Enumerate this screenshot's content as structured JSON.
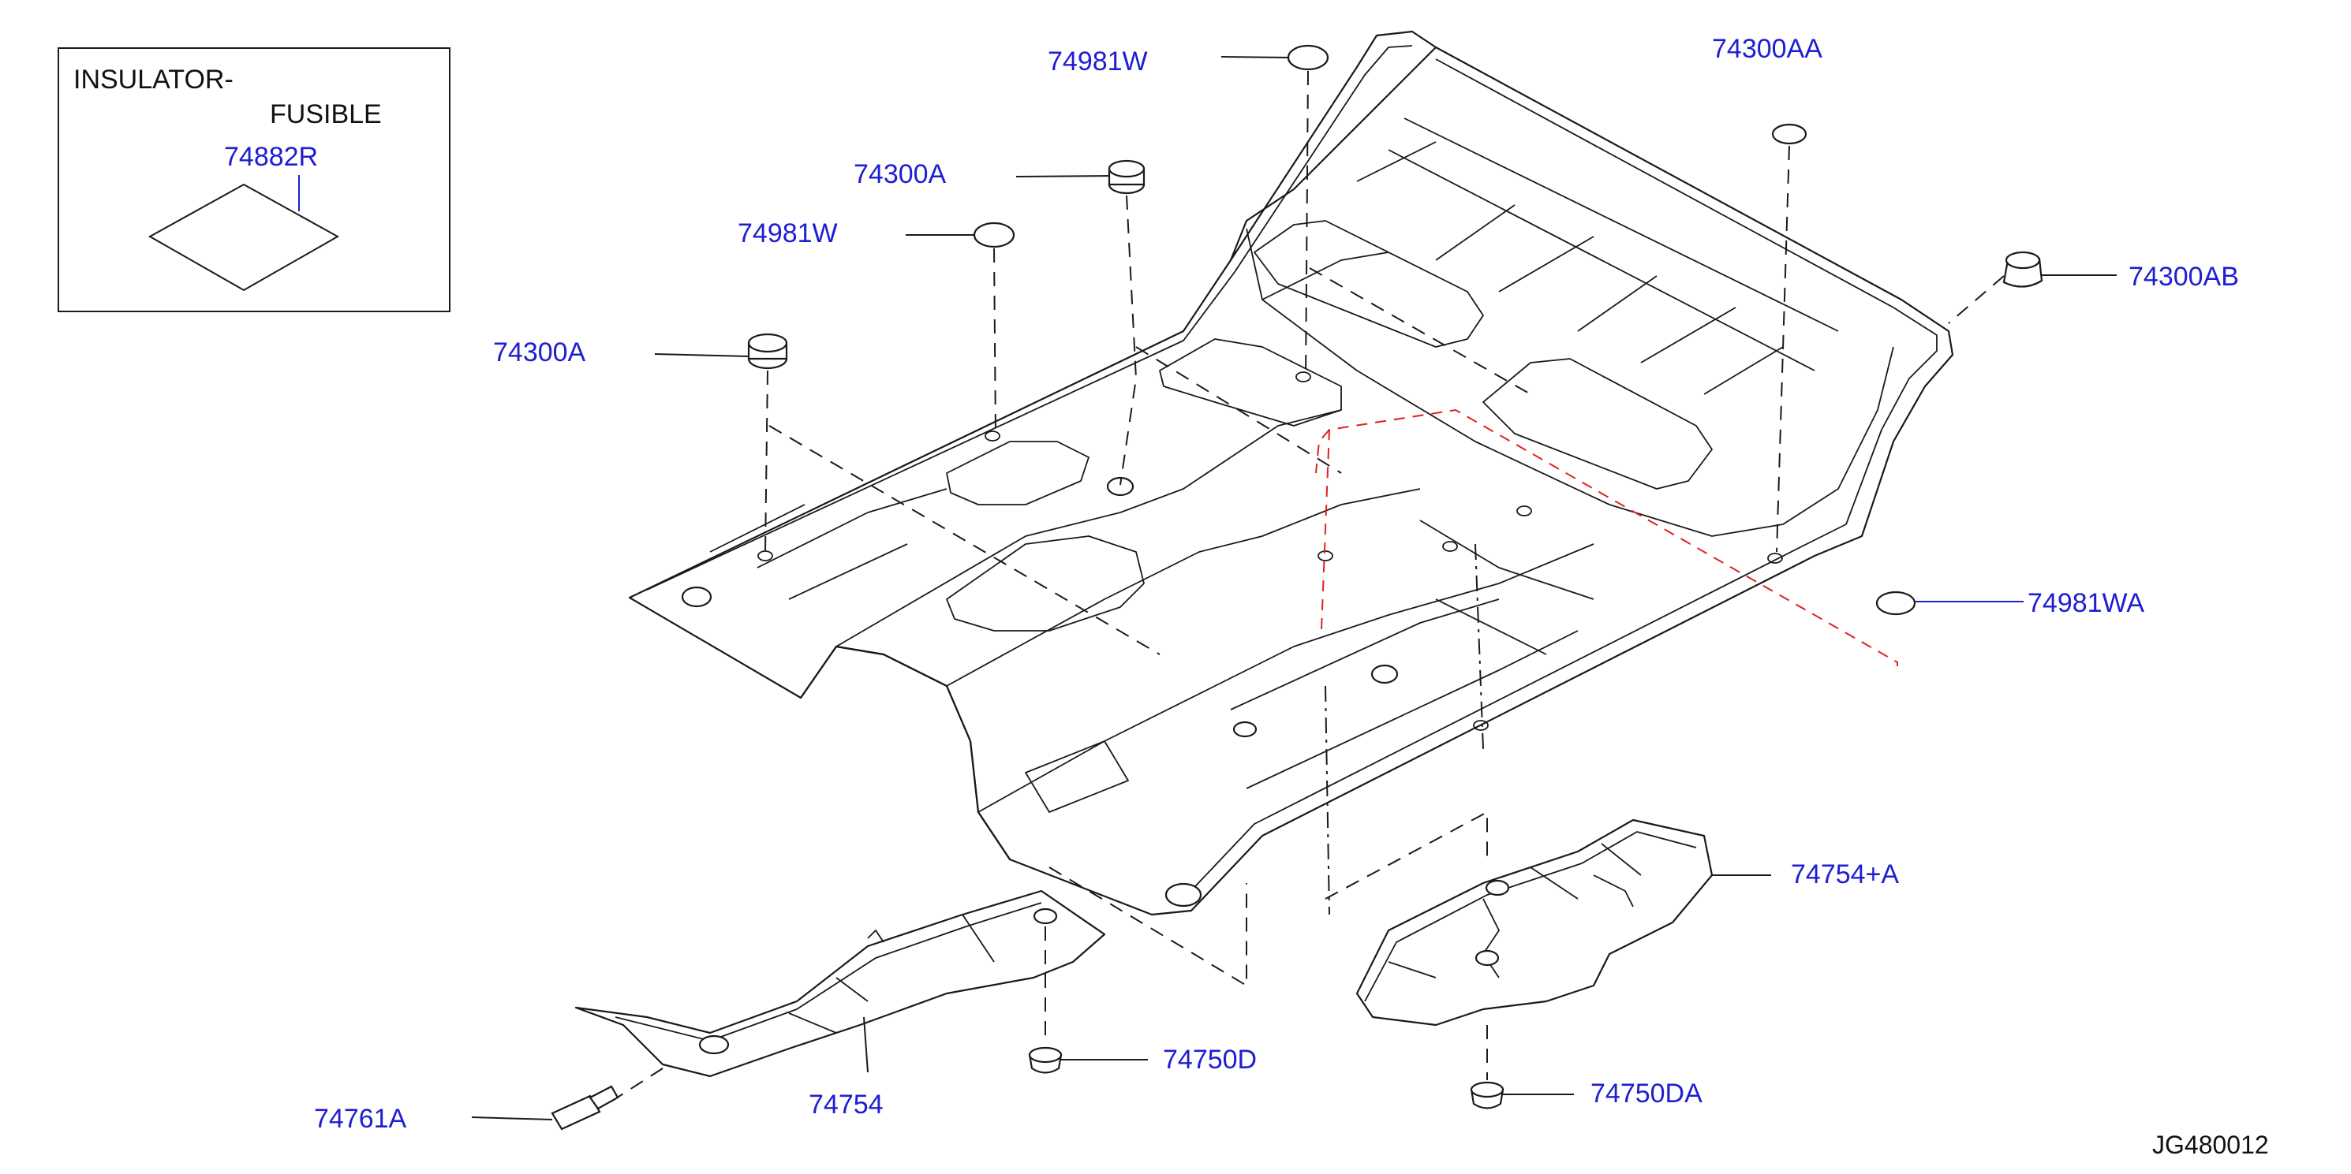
{
  "diagram": {
    "inset": {
      "title_line1": "INSULATOR-",
      "title_line2": "FUSIBLE",
      "part": "74882R"
    },
    "labels": {
      "p_74981W_top": "74981W",
      "p_74300A_upper": "74300A",
      "p_74981W_mid": "74981W",
      "p_74300A_left": "74300A",
      "p_74300AA": "74300AA",
      "p_74300AB": "74300AB",
      "p_74981WA": "74981WA",
      "p_74754A": "74754+A",
      "p_74750D": "74750D",
      "p_74750DA": "74750DA",
      "p_74754": "74754",
      "p_74761A": "74761A"
    },
    "figure_id": "JG480012",
    "colors": {
      "label": "#1e1ed2",
      "line": "#1a1a1a",
      "highlight": "#e02020"
    }
  }
}
